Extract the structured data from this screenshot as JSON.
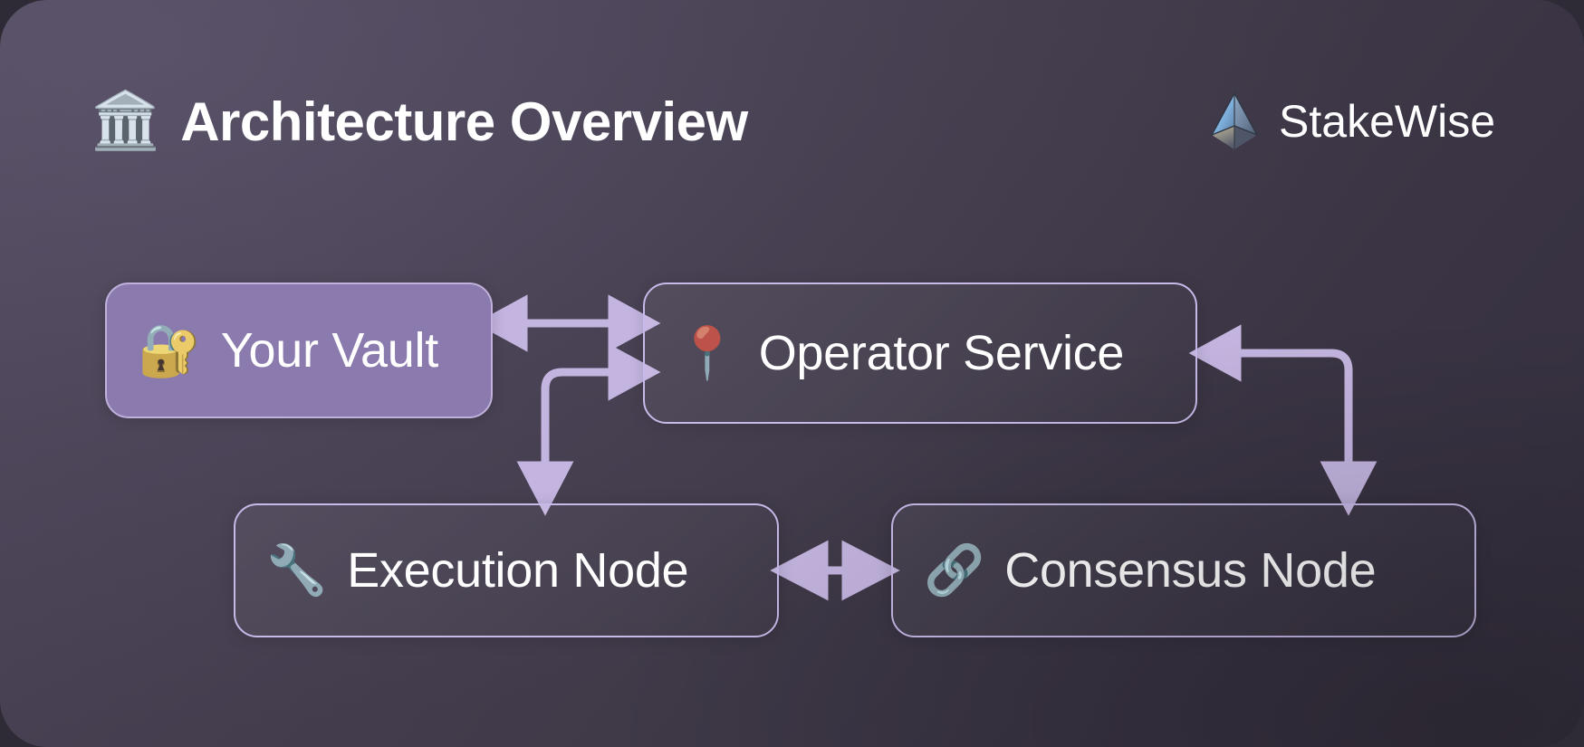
{
  "header": {
    "title_icon": "classical-building-emoji",
    "title_emoji": "🏛️",
    "title": "Architecture Overview",
    "brand_logo_icon": "stakewise-pyramid-logo",
    "brand_name": "StakeWise"
  },
  "colors": {
    "background_light": "#4d4659",
    "background_dark": "#35303e",
    "accent_purple": "#c4b5e0",
    "node_fill": "#8a7aad",
    "node_border": "#c7b9e8",
    "text": "#ffffff"
  },
  "diagram": {
    "type": "architecture-flow",
    "nodes": [
      {
        "id": "vault",
        "label": "Your Vault",
        "emoji": "🔐",
        "icon": "safe-vault-emoji",
        "style": "filled"
      },
      {
        "id": "operator",
        "label": "Operator Service",
        "emoji": "📍",
        "icon": "location-pin-emoji",
        "style": "outline"
      },
      {
        "id": "execution",
        "label": "Execution Node",
        "emoji": "🔧",
        "icon": "wrench-emoji",
        "style": "outline"
      },
      {
        "id": "consensus",
        "label": "Consensus Node",
        "emoji": "🔗",
        "icon": "chain-link-emoji",
        "style": "outline"
      }
    ],
    "edges": [
      {
        "id": "vault-operator",
        "from": "vault",
        "to": "operator",
        "direction": "bidirectional",
        "shape": "straight-horizontal"
      },
      {
        "id": "execution-operator",
        "from": "execution",
        "to": "operator",
        "direction": "bidirectional",
        "shape": "elbow-up-right"
      },
      {
        "id": "operator-consensus",
        "from": "operator",
        "to": "consensus",
        "direction": "bidirectional",
        "shape": "elbow-right-down"
      },
      {
        "id": "execution-consensus",
        "from": "execution",
        "to": "consensus",
        "direction": "bidirectional",
        "shape": "straight-horizontal"
      }
    ]
  }
}
